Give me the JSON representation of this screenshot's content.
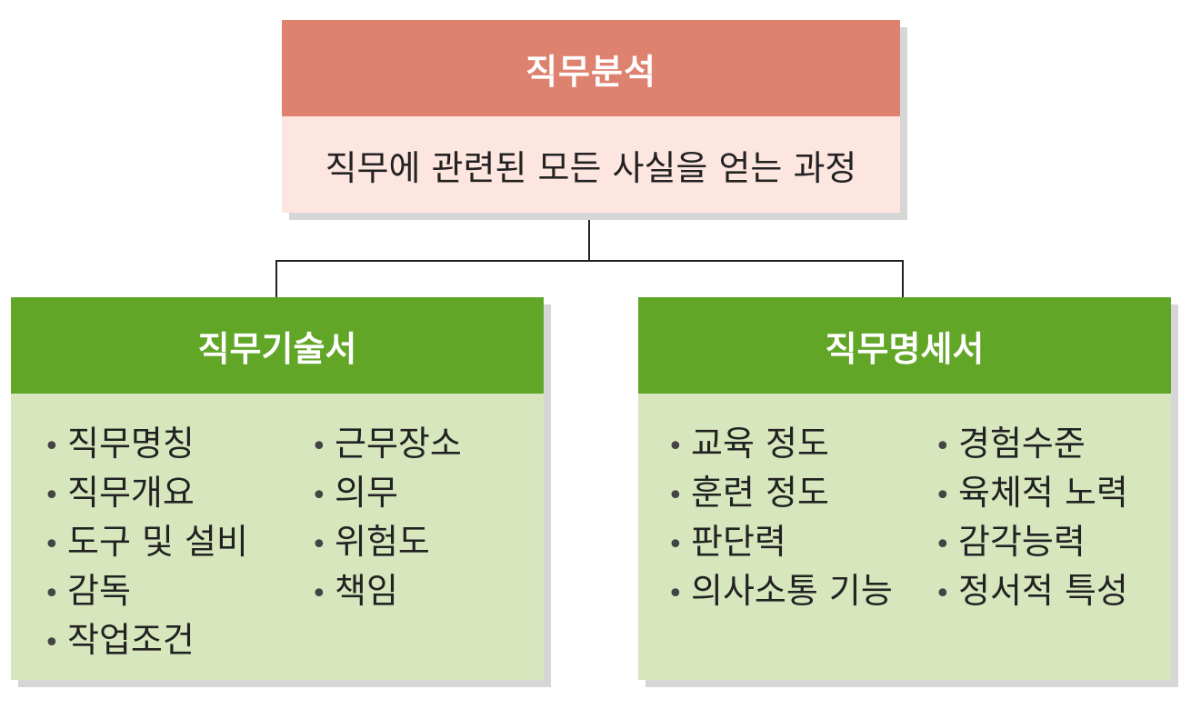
{
  "top": {
    "title": "직무분석",
    "description": "직무에 관련된 모든 사실을 얻는 과정"
  },
  "left": {
    "title": "직무기술서",
    "col1": [
      "직무명칭",
      "직무개요",
      "도구 및 설비",
      "감독",
      "작업조건"
    ],
    "col2": [
      "근무장소",
      "의무",
      "위험도",
      "책임"
    ]
  },
  "right": {
    "title": "직무명세서",
    "col1": [
      "교육 정도",
      "훈련 정도",
      "판단력",
      "의사소통 기능"
    ],
    "col2": [
      "경험수준",
      "육체적 노력",
      "감각능력",
      "정서적 특성"
    ]
  },
  "colors": {
    "top_header": "#de8270",
    "top_body": "#fde5e0",
    "green_header": "#62a628",
    "green_body": "#d7e6bd"
  }
}
